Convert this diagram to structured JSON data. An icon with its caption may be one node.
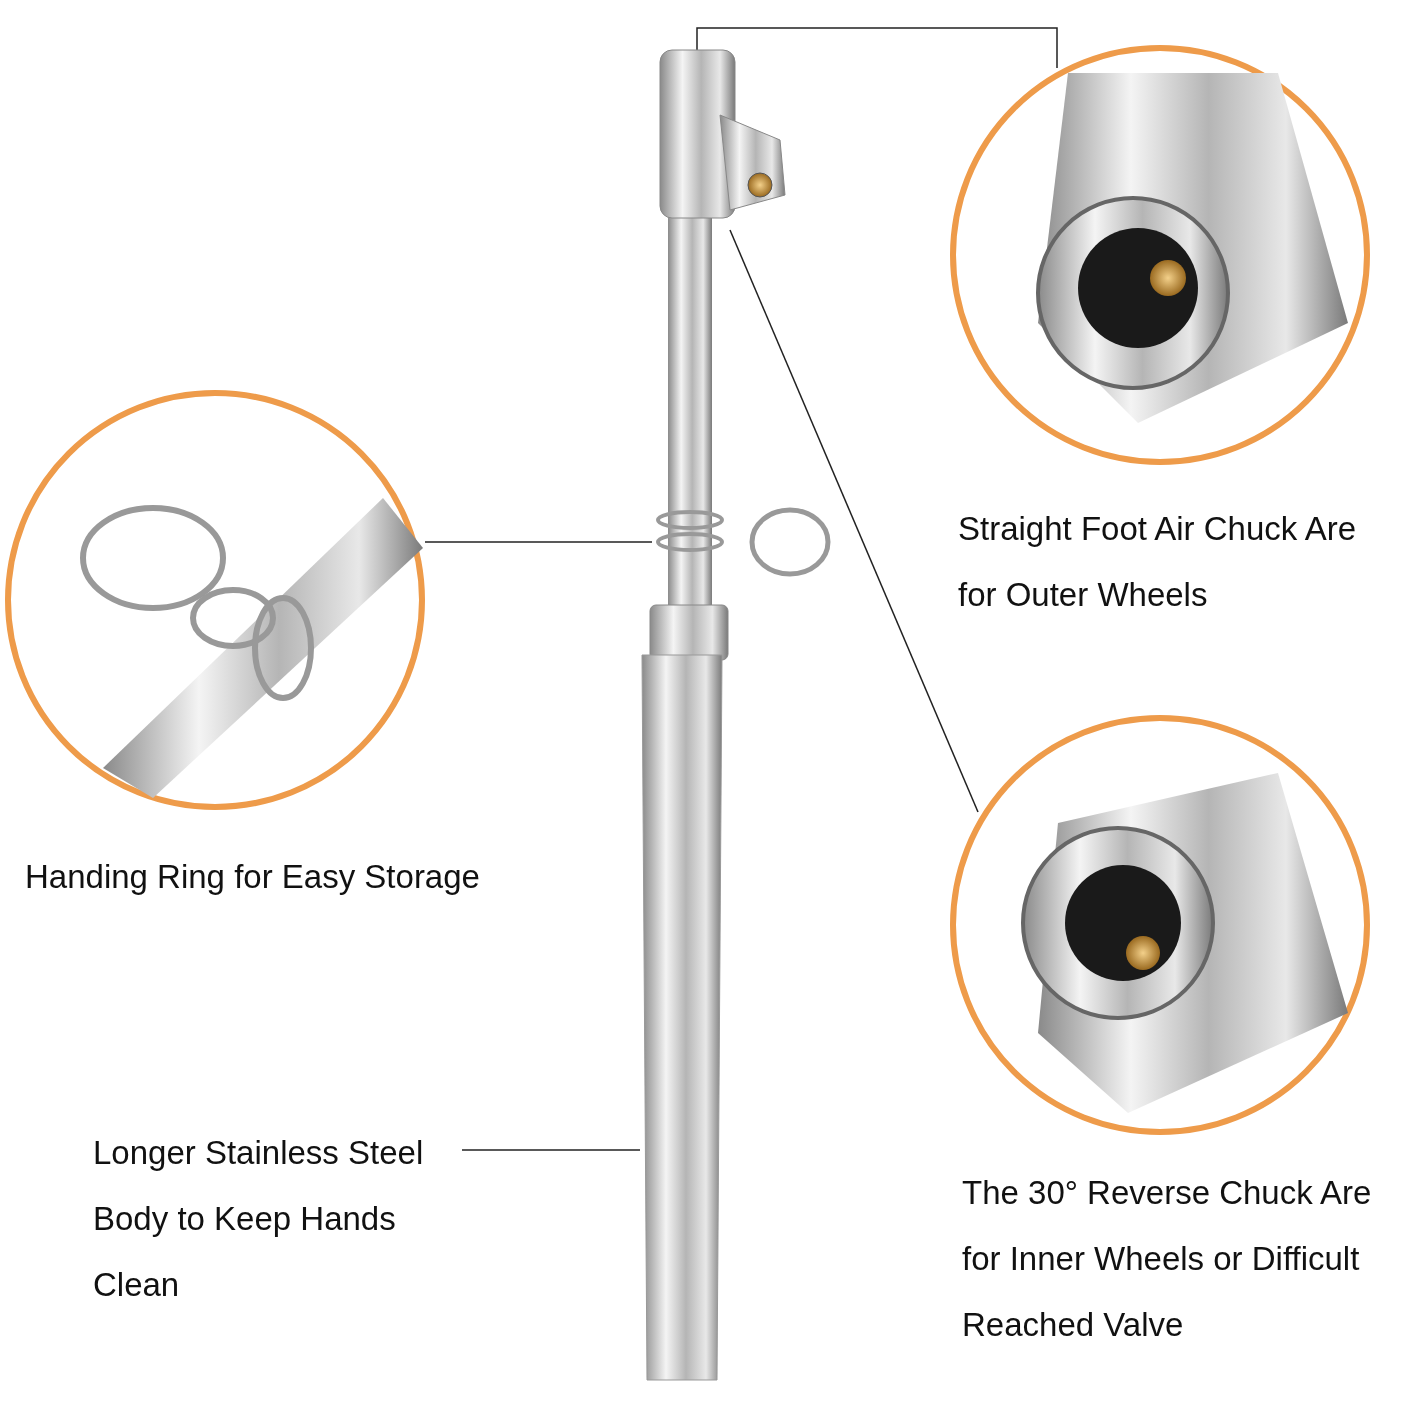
{
  "diagram": {
    "nodes": [
      {
        "text": [],
        "shape": "picture"
      },
      {
        "text": [],
        "shape": "picture",
        "beside": [
          "Straight Foot Air Chuck Are for Outer Wheels"
        ]
      },
      {
        "text": [],
        "shape": "picture",
        "beside": [
          "Handing Ring for Easy Storage"
        ]
      },
      {
        "text": [],
        "shape": "picture",
        "beside": [
          "The 30° Reverse Chuck Are for Inner Wheels or Difficult Reached Valve"
        ]
      },
      {
        "text": [
          "Longer Stainless Steel Body to Keep Hands Clean"
        ]
      }
    ],
    "edges": [
      {
        "from": 0,
        "to": 1,
        "arrow": "none"
      },
      {
        "from": 2,
        "to": 0,
        "arrow": "none"
      },
      {
        "from": 0,
        "to": 3,
        "arrow": "none"
      },
      {
        "from": 4,
        "to": 0,
        "arrow": "none"
      }
    ]
  }
}
